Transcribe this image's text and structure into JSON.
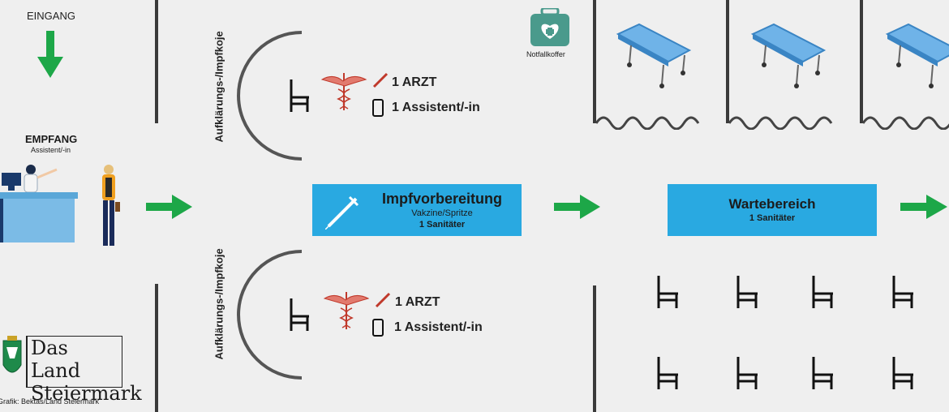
{
  "entrance": {
    "label": "EINGANG"
  },
  "reception": {
    "title": "EMPFANG",
    "subtitle": "Assistent/-in"
  },
  "booth_top": {
    "label": "Aufklärungs-/Impfkoje",
    "doctor": "1 ARZT",
    "assistant": "1 Assistent/-in"
  },
  "booth_bottom": {
    "label": "Aufklärungs-/Impfkoje",
    "doctor": "1 ARZT",
    "assistant": "1 Assistent/-in"
  },
  "preparation": {
    "title": "Impfvorbereitung",
    "subtitle": "Vakzine/Spritze",
    "staff": "1 Sanitäter"
  },
  "waiting": {
    "title": "Wartebereich",
    "staff": "1 Sanitäter"
  },
  "emergency_kit": {
    "label": "Notfallkoffer"
  },
  "logo": {
    "line1": "Das Land",
    "line2": "Steiermark"
  },
  "credit": "Grafik: Bektas/Land Steiermark",
  "colors": {
    "arrow_green": "#1da748",
    "box_blue": "#29a9e1",
    "kit_teal": "#4a9a8c",
    "wall": "#3a3a3a",
    "background": "#efefef"
  }
}
